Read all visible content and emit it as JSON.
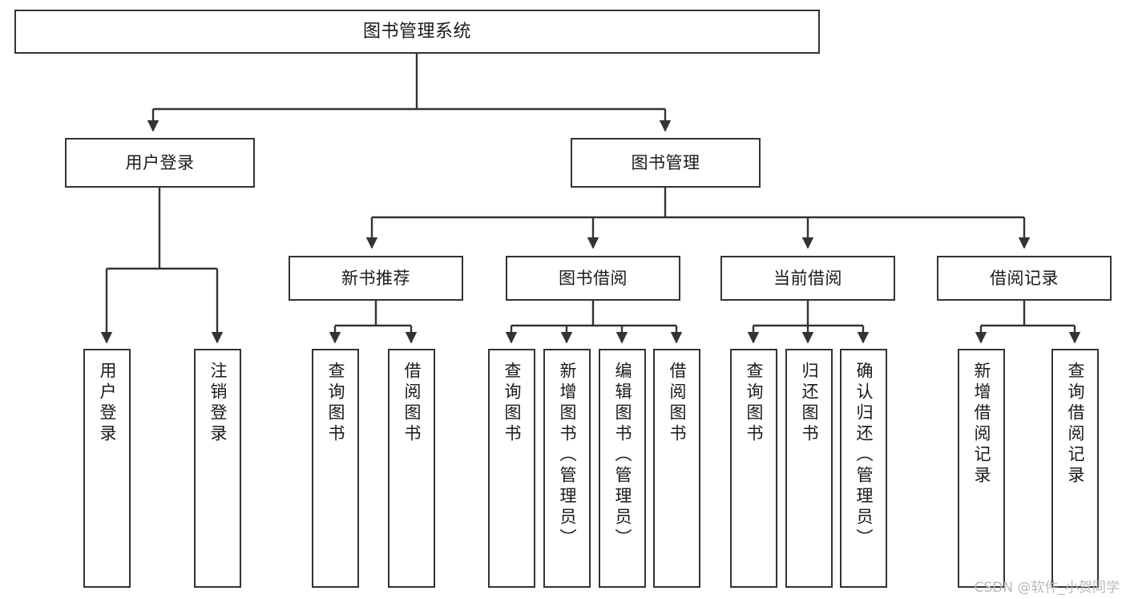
{
  "diagram": {
    "type": "tree",
    "title": "图书管理系统",
    "orientation": "top-down",
    "colors": {
      "background": "#ffffff",
      "node_fill": "#ffffff",
      "node_border": "#333333",
      "edge": "#333333",
      "text": "#1a1a1a",
      "watermark": "#b9b9b9"
    }
  },
  "nodes": {
    "root": {
      "label": "图书管理系统"
    },
    "level2": [
      {
        "id": "user-login",
        "label": "用户登录"
      },
      {
        "id": "book-manage",
        "label": "图书管理"
      }
    ],
    "level3": [
      {
        "id": "new-book-rec",
        "label": "新书推荐"
      },
      {
        "id": "book-borrow",
        "label": "图书借阅"
      },
      {
        "id": "current-borrow",
        "label": "当前借阅"
      },
      {
        "id": "borrow-record",
        "label": "借阅记录"
      }
    ],
    "leaves": {
      "user-login": [
        {
          "id": "leaf-user-login",
          "label": "用户登录"
        },
        {
          "id": "leaf-user-logout",
          "label": "注销登录"
        }
      ],
      "new-book-rec": [
        {
          "id": "leaf-query-book-1",
          "label": "查询图书"
        },
        {
          "id": "leaf-borrow-book-1",
          "label": "借阅图书"
        }
      ],
      "book-borrow": [
        {
          "id": "leaf-query-book-2",
          "label": "查询图书"
        },
        {
          "id": "leaf-add-book",
          "label": "新增图书（管理员）"
        },
        {
          "id": "leaf-edit-book",
          "label": "编辑图书（管理员）"
        },
        {
          "id": "leaf-borrow-book-2",
          "label": "借阅图书"
        }
      ],
      "current-borrow": [
        {
          "id": "leaf-query-book-3",
          "label": "查询图书"
        },
        {
          "id": "leaf-return-book",
          "label": "归还图书"
        },
        {
          "id": "leaf-confirm-return",
          "label": "确认归还（管理员）"
        }
      ],
      "borrow-record": [
        {
          "id": "leaf-add-record",
          "label": "新增借阅记录"
        },
        {
          "id": "leaf-query-record",
          "label": "查询借阅记录"
        }
      ]
    }
  },
  "watermark": {
    "text": "CSDN @软件_小贺同学"
  }
}
